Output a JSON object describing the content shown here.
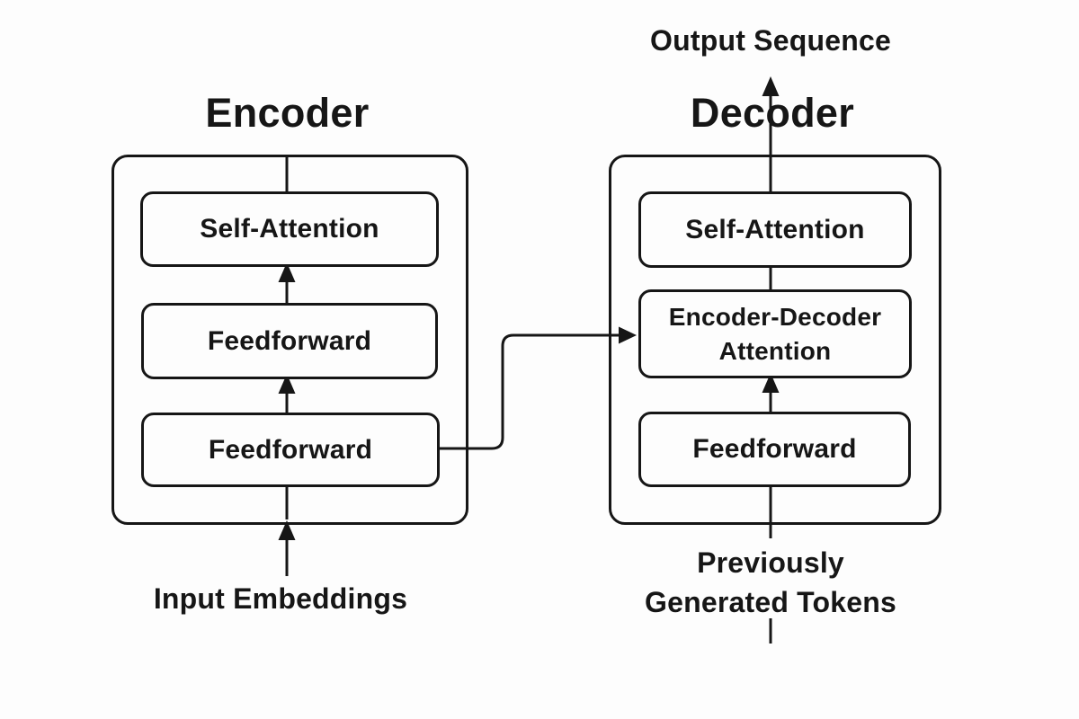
{
  "colors": {
    "background": "#fdfdfd",
    "line": "#161616"
  },
  "encoder": {
    "title": "Encoder",
    "blocks": [
      {
        "label": "Self-Attention"
      },
      {
        "label": "Feedforward"
      },
      {
        "label": "Feedforward"
      }
    ],
    "input_label": "Input Embeddings"
  },
  "decoder": {
    "title": "Decoder",
    "output_label": "Output Sequence",
    "blocks": [
      {
        "label": "Self-Attention"
      },
      {
        "label": "Encoder-Decoder Attention"
      },
      {
        "label": "Feedforward"
      }
    ],
    "input_label_lines": [
      "Previously",
      "Generated Tokens"
    ]
  }
}
